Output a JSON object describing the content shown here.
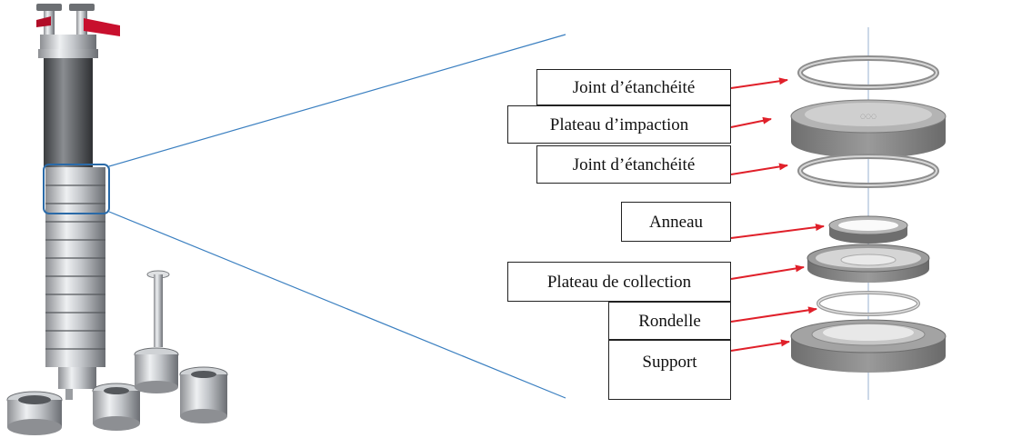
{
  "labels": {
    "joint_top": "Joint d’étanchéité",
    "plateau_impaction": "Plateau d’impaction",
    "joint_bottom": "Joint d’étanchéité",
    "anneau": "Anneau",
    "plateau_collection": "Plateau de collection",
    "rondelle": "Rondelle",
    "support": "Support"
  },
  "colors": {
    "arrow": "#e0202a",
    "zoom_line": "#3a7fc0",
    "highlight_box": "#2a6aa8",
    "handle": "#c8102e"
  }
}
